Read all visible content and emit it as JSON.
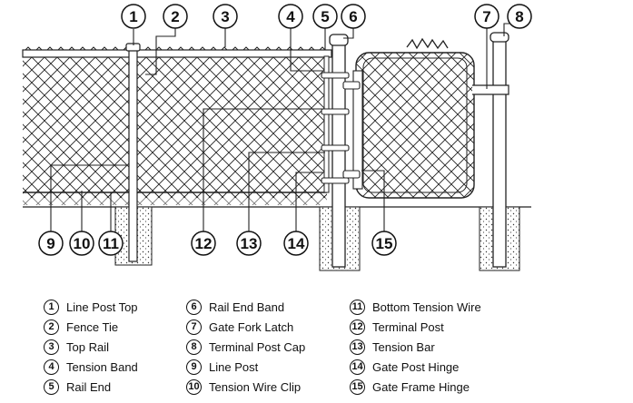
{
  "callouts": [
    "1",
    "2",
    "3",
    "4",
    "5",
    "6",
    "7",
    "8",
    "9",
    "10",
    "11",
    "12",
    "13",
    "14",
    "15"
  ],
  "legend": [
    {
      "num": "1",
      "label": "Line Post Top"
    },
    {
      "num": "2",
      "label": "Fence Tie"
    },
    {
      "num": "3",
      "label": "Top Rail"
    },
    {
      "num": "4",
      "label": "Tension Band"
    },
    {
      "num": "5",
      "label": "Rail End"
    },
    {
      "num": "6",
      "label": "Rail End Band"
    },
    {
      "num": "7",
      "label": "Gate Fork Latch"
    },
    {
      "num": "8",
      "label": "Terminal Post Cap"
    },
    {
      "num": "9",
      "label": "Line Post"
    },
    {
      "num": "10",
      "label": "Tension Wire Clip"
    },
    {
      "num": "11",
      "label": "Bottom Tension Wire"
    },
    {
      "num": "12",
      "label": "Terminal Post"
    },
    {
      "num": "13",
      "label": "Tension Bar"
    },
    {
      "num": "14",
      "label": "Gate Post Hinge"
    },
    {
      "num": "15",
      "label": "Gate Frame Hinge"
    }
  ]
}
